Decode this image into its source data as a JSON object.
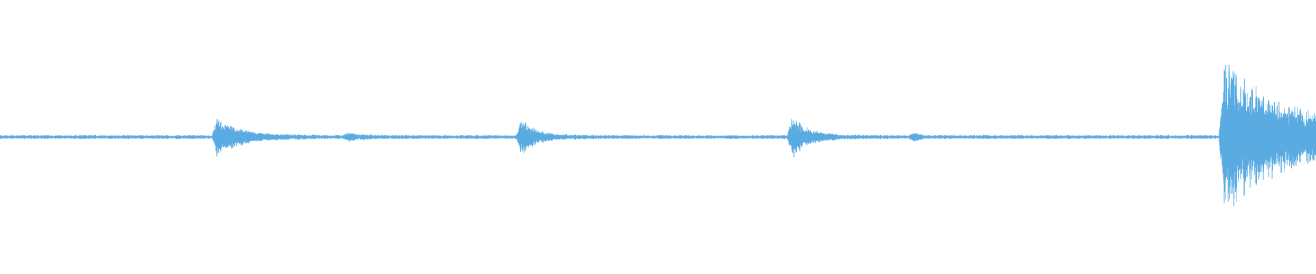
{
  "waveform": {
    "color": "#5aabe2",
    "background": "#ffffff",
    "baseline_amplitude": 0.012,
    "events": [
      {
        "position": 0.165,
        "peak": 0.15,
        "decay": 0.018
      },
      {
        "position": 0.265,
        "peak": 0.022,
        "decay": 0.012
      },
      {
        "position": 0.396,
        "peak": 0.13,
        "decay": 0.012
      },
      {
        "position": 0.602,
        "peak": 0.16,
        "decay": 0.012
      },
      {
        "position": 0.695,
        "peak": 0.03,
        "decay": 0.004
      },
      {
        "position": 0.93,
        "peak": 0.58,
        "decay": 0.06
      }
    ]
  }
}
